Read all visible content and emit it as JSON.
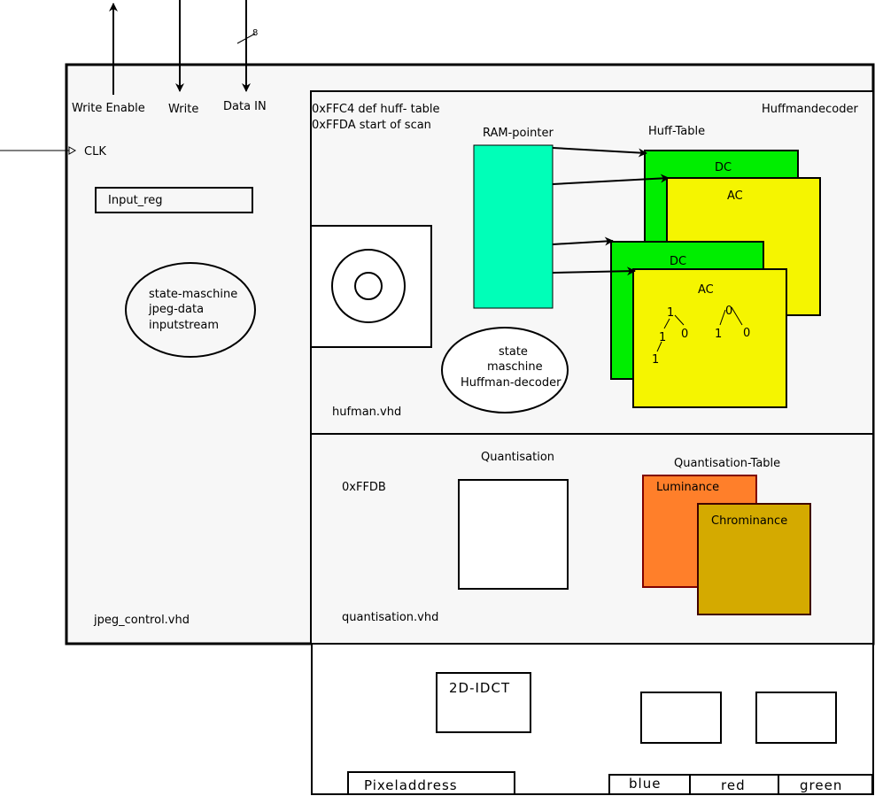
{
  "signals": {
    "write_enable": "Write Enable",
    "write": "Write",
    "data_in": "Data IN",
    "bus_width": "8",
    "clk": "CLK"
  },
  "control": {
    "input_reg": "Input_reg",
    "state_machine_lines": [
      "state-maschine",
      "jpeg-data",
      "inputstream"
    ],
    "file": "jpeg_control.vhd"
  },
  "huffman": {
    "markers": [
      "0xFFC4 def huff- table",
      "0xFFDA start of scan"
    ],
    "title": "Huffmandecoder",
    "ram_pointer": "RAM-pointer",
    "huff_table": "Huff-Table",
    "table1": {
      "dc": "DC",
      "ac": "AC"
    },
    "table2": {
      "dc": "DC",
      "ac": "AC"
    },
    "tree_left": [
      "1",
      "0",
      "1",
      "1"
    ],
    "tree_right": [
      "0",
      "1",
      "0"
    ],
    "state_machine_lines": [
      "state",
      "maschine",
      "Huffman-decoder"
    ],
    "file": "hufman.vhd"
  },
  "quant": {
    "marker": "0xFFDB",
    "title": "Quantisation",
    "table_title": "Quantisation-Table",
    "luminance": "Luminance",
    "chrominance": "Chrominance",
    "file": "quantisation.vhd"
  },
  "idct": {
    "label": "2D-IDCT",
    "pixeladdress": "Pixeladdress",
    "blue": "blue",
    "red": "red",
    "green": "green"
  },
  "colors": {
    "panel_bg": "#f7f7f7",
    "ram_pointer": "#00ffb8",
    "dc_green": "#00ee00",
    "ac_yellow": "#f5f500",
    "luminance": "#ff7f2a",
    "chrominance": "#d4aa00"
  }
}
